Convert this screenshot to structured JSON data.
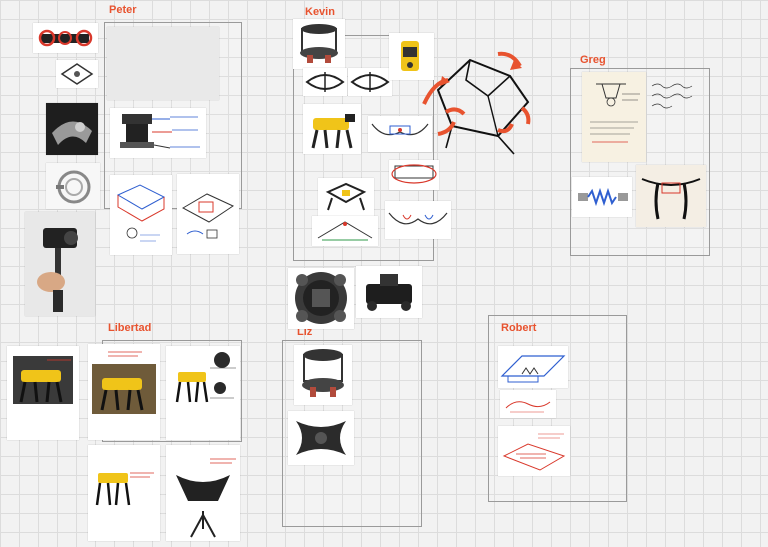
{
  "board": {
    "names": {
      "peter": "Peter",
      "kevin": "Kevin",
      "greg": "Greg",
      "libertad": "Libertad",
      "liz": "Liz",
      "robert": "Robert"
    }
  },
  "colors": {
    "accent": "#e8532f",
    "frame_border": "#9a9a9a",
    "board_bg": "#f2f2f2",
    "grid_line": "#dcdcdc",
    "robot_yellow": "#f0c419",
    "sketch_blue": "#2f5fd0",
    "sketch_red": "#d9382b"
  },
  "icons": [
    "drone-frame-icon",
    "quad-bracket-icon",
    "gimbal-icon",
    "camera-stabilizer-icon",
    "robot-dog-icon",
    "sketch-icon",
    "shock-absorber-icon",
    "harness-icon"
  ]
}
